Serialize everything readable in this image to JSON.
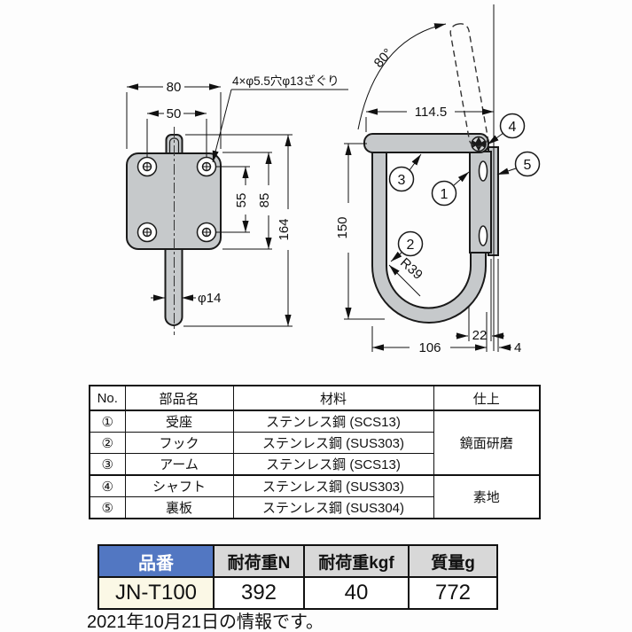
{
  "drawing": {
    "labels": {
      "d80": "80",
      "d50": "50",
      "hole_note": "4×φ5.5穴φ13ざぐり",
      "d55": "55",
      "d85": "85",
      "d164": "164",
      "pin_dia": "φ14",
      "angle": "80°",
      "d114_5": "114.5",
      "d150": "150",
      "r39": "R39",
      "d22": "22",
      "d106": "106",
      "d4": "4"
    },
    "callouts": [
      "1",
      "2",
      "3",
      "4",
      "5"
    ]
  },
  "parts_table": {
    "headers": [
      "No.",
      "部品名",
      "材料",
      "仕上"
    ],
    "rows": [
      {
        "no": "①",
        "name": "受座",
        "material": "ステンレス鋼 (SCS13)"
      },
      {
        "no": "②",
        "name": "フック",
        "material": "ステンレス鋼 (SUS303)"
      },
      {
        "no": "③",
        "name": "アーム",
        "material": "ステンレス鋼 (SCS13)"
      },
      {
        "no": "④",
        "name": "シャフト",
        "material": "ステンレス鋼 (SUS303)"
      },
      {
        "no": "⑤",
        "name": "裏板",
        "material": "ステンレス鋼 (SUS304)"
      }
    ],
    "finishes": [
      {
        "label": "鏡面研磨",
        "row_span": 3
      },
      {
        "label": "素地",
        "row_span": 2
      }
    ]
  },
  "spec_table": {
    "headers": {
      "part_no": "品番",
      "load_n": "耐荷重N",
      "load_kgf": "耐荷重kgf",
      "mass": "質量g"
    },
    "row": {
      "part_no": "JN-T100",
      "load_n": "392",
      "load_kgf": "40",
      "mass": "772"
    }
  },
  "footer": {
    "note": "2021年10月21日の情報です。"
  },
  "colors": {
    "accent_blue": "#5277c2",
    "header_gray": "#d8d8d8",
    "part_no_bg": "#fbf8e6",
    "part_fill": "#c6c9cb"
  }
}
